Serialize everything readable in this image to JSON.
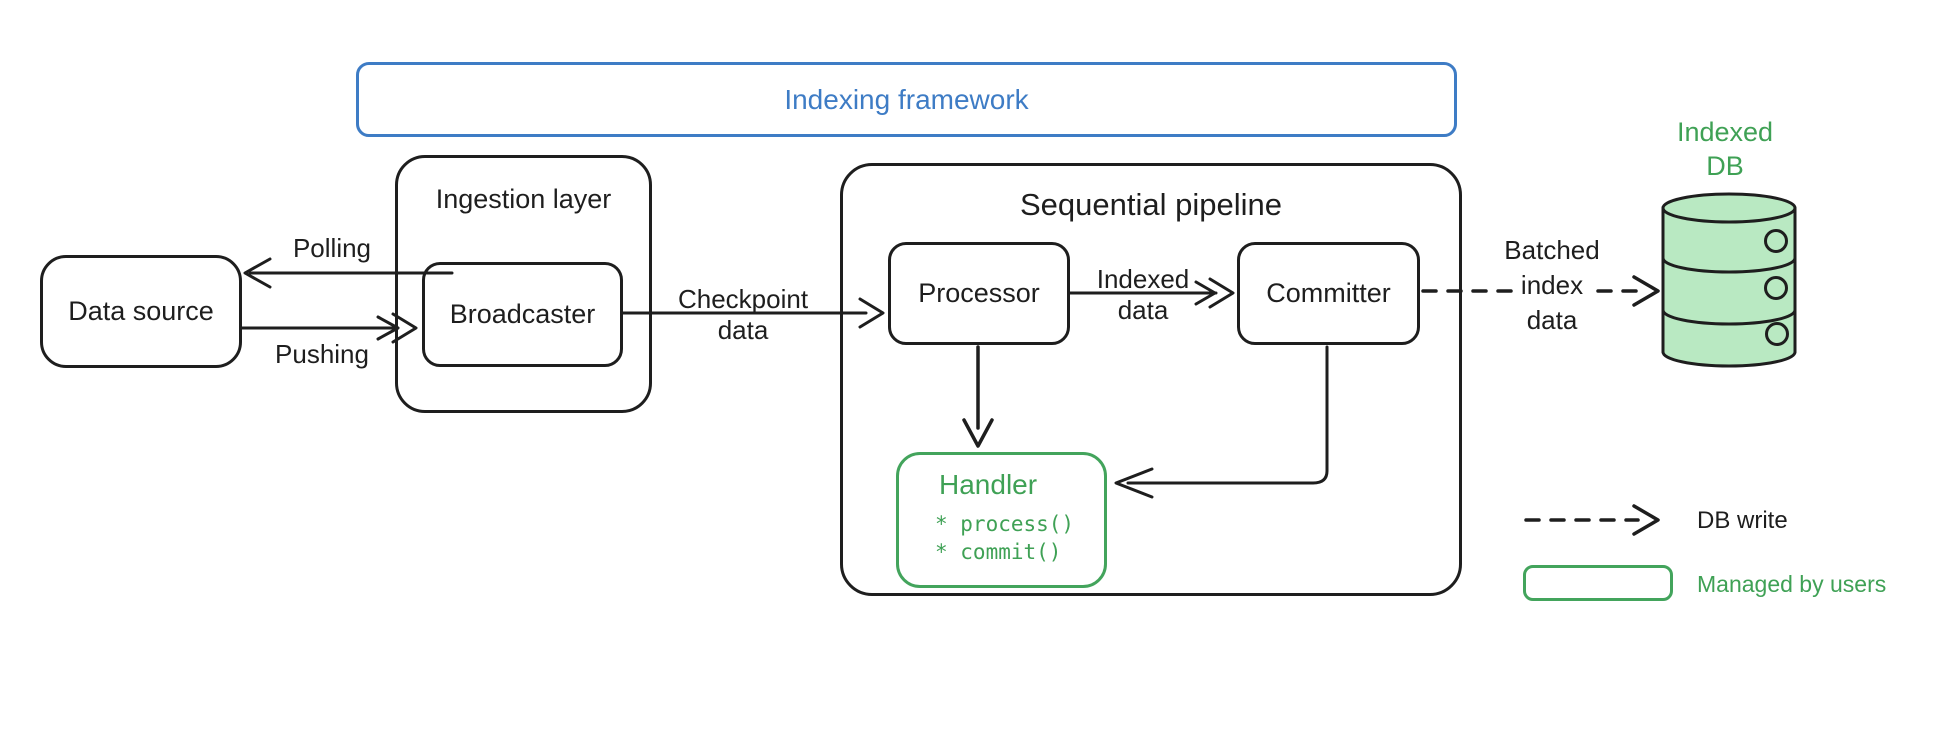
{
  "frame": {
    "label": "Indexing framework"
  },
  "nodes": {
    "data_source": {
      "label": "Data source"
    },
    "ingestion_layer": {
      "label": "Ingestion layer"
    },
    "broadcaster": {
      "label": "Broadcaster"
    },
    "sequential_pipeline": {
      "label": "Sequential pipeline"
    },
    "processor": {
      "label": "Processor"
    },
    "committer": {
      "label": "Committer"
    },
    "handler": {
      "label": "Handler",
      "methods": [
        "* process()",
        "* commit()"
      ]
    },
    "indexed_db": {
      "label_line1": "Indexed",
      "label_line2": "DB"
    }
  },
  "edges": {
    "polling": {
      "label": "Polling"
    },
    "pushing": {
      "label": "Pushing"
    },
    "checkpoint_data": {
      "line1": "Checkpoint",
      "line2": "data"
    },
    "indexed_data": {
      "line1": "Indexed",
      "line2": "data"
    },
    "batched_index_data": {
      "line1": "Batched",
      "line2": "index",
      "line3": "data"
    }
  },
  "legend": {
    "db_write": "DB write",
    "managed_by_users": "Managed by users"
  },
  "colors": {
    "ink": "#1e1e1e",
    "blue": "#3e7cc5",
    "green": "#43a45c",
    "green_fill": "#b9e9c2",
    "background": "#ffffff"
  }
}
